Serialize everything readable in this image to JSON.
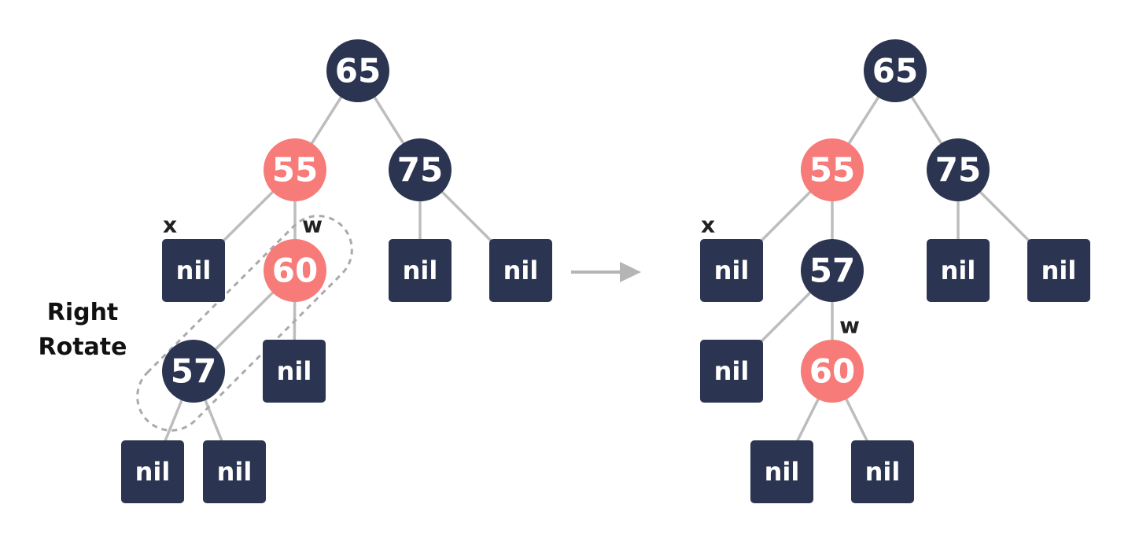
{
  "operation": {
    "line1": "Right",
    "line2": "Rotate"
  },
  "colors": {
    "black": "#2b3551",
    "red": "#f77b78",
    "edge": "#bdbdbd",
    "arrow": "#b5b5b5"
  },
  "nil_label": "nil",
  "before": {
    "nodes": {
      "n65": {
        "value": "65",
        "color": "black"
      },
      "n55": {
        "value": "55",
        "color": "red"
      },
      "n75": {
        "value": "75",
        "color": "black"
      },
      "n60": {
        "value": "60",
        "color": "red"
      },
      "n57": {
        "value": "57",
        "color": "black"
      }
    },
    "tags": {
      "x": "x",
      "w": "w"
    }
  },
  "after": {
    "nodes": {
      "n65": {
        "value": "65",
        "color": "black"
      },
      "n55": {
        "value": "55",
        "color": "red"
      },
      "n75": {
        "value": "75",
        "color": "black"
      },
      "n57": {
        "value": "57",
        "color": "black"
      },
      "n60": {
        "value": "60",
        "color": "red"
      }
    },
    "tags": {
      "x": "x",
      "w": "w"
    }
  }
}
